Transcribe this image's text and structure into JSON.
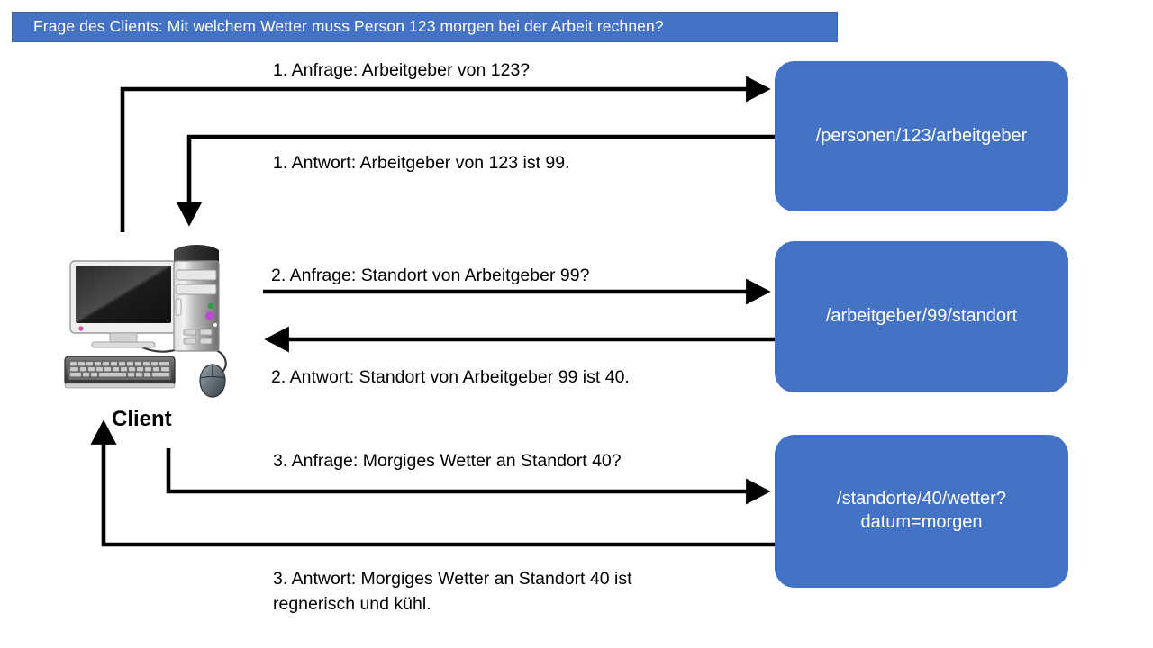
{
  "banner": {
    "text": "Frage des Clients: Mit welchem Wetter muss Person 123 morgen bei der Arbeit rechnen?",
    "background_color": "#4472C4",
    "text_color": "#FFFFFF"
  },
  "client": {
    "caption": "Client",
    "icon": "desktop-computer-icon"
  },
  "colors": {
    "endpoint_fill": "#4472C4",
    "endpoint_text": "#FFFFFF",
    "arrow": "#000000",
    "background": "#FFFFFF"
  },
  "steps": [
    {
      "number": "1",
      "request_label": "1. Anfrage: Arbeitgeber von 123?",
      "response_label": "1. Antwort: Arbeitgeber von 123 ist 99.",
      "endpoint": "/personen/123/arbeitgeber"
    },
    {
      "number": "2",
      "request_label": "2. Anfrage: Standort von Arbeitgeber 99?",
      "response_label": "2. Antwort: Standort von Arbeitgeber 99 ist 40.",
      "endpoint": "/arbeitgeber/99/standort"
    },
    {
      "number": "3",
      "request_label": "3. Anfrage: Morgiges Wetter an Standort 40?",
      "response_label": "3. Antwort: Morgiges Wetter an Standort 40 ist regnerisch und kühl.",
      "endpoint": "/standorte/40/wetter?datum=morgen"
    }
  ]
}
